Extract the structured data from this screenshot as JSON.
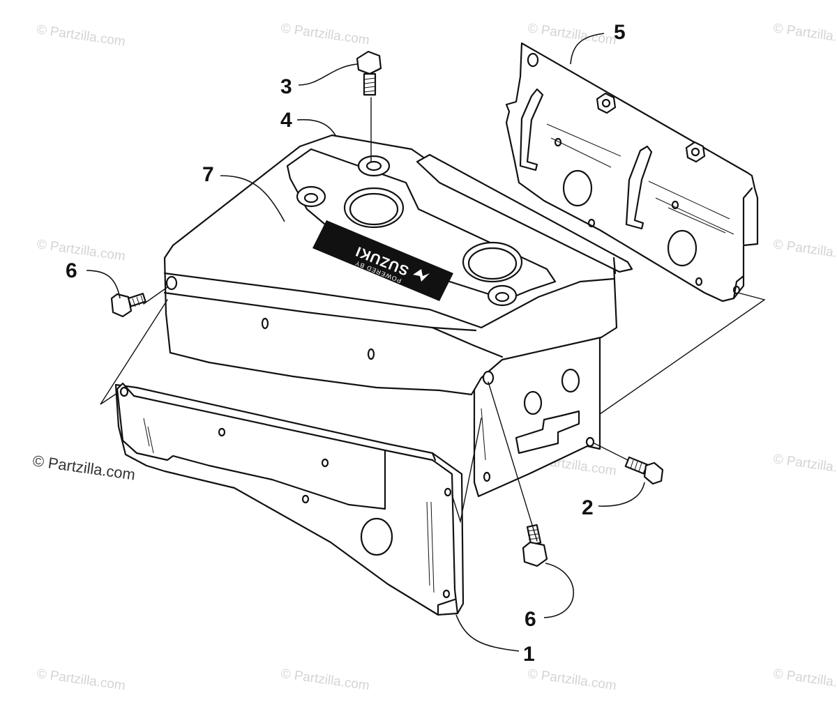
{
  "watermark": "© Partzilla.com",
  "copyright": "© Partzilla.com",
  "logo": {
    "brand": "SUZUKI",
    "tagline": "POWERED BY"
  },
  "callouts": {
    "c1": "1",
    "c2": "2",
    "c3": "3",
    "c4": "4",
    "c5": "5",
    "c6a": "6",
    "c6b": "6",
    "c7": "7"
  }
}
